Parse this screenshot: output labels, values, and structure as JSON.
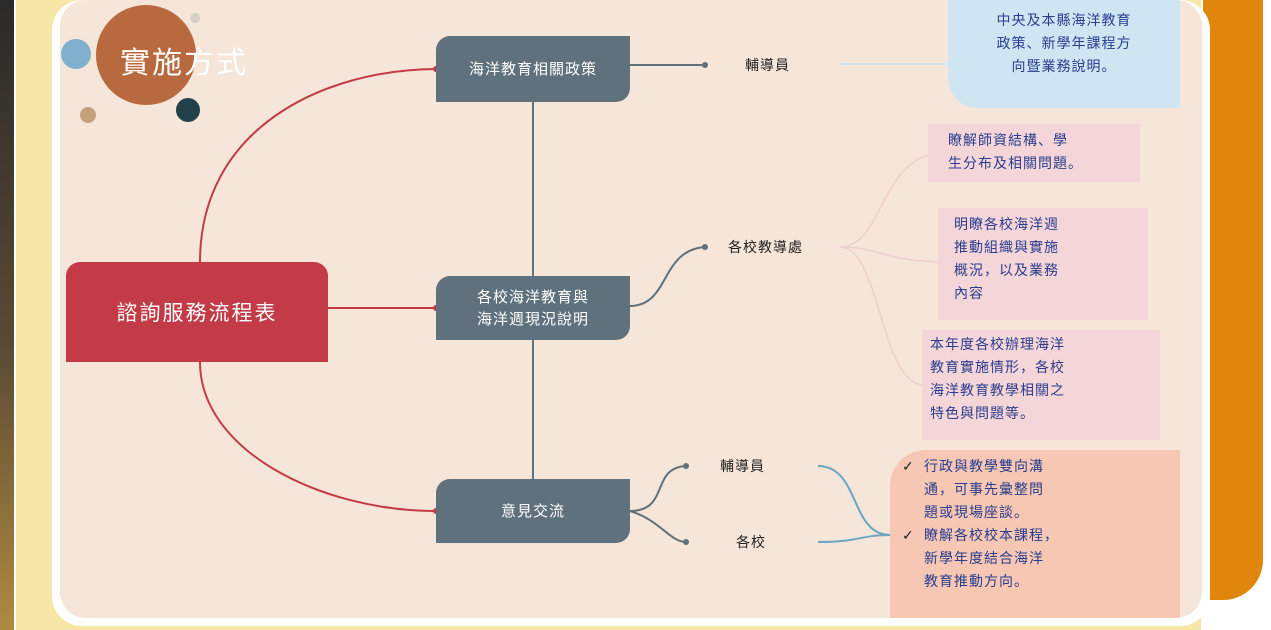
{
  "title": "實施方式",
  "diagram": {
    "root": "諮詢服務流程表",
    "branches": [
      {
        "label": "海洋教育相關政策",
        "children": [
          "輔導員"
        ]
      },
      {
        "label_lines": [
          "各校海洋教育與",
          "海洋週現況說明"
        ],
        "children": [
          "各校教導處"
        ]
      },
      {
        "label": "意見交流",
        "children": [
          "輔導員",
          "各校"
        ]
      }
    ]
  },
  "notes": {
    "policy": [
      "中央及本縣海洋教育",
      "政策、新學年課程方",
      "向暨業務說明。"
    ],
    "teachers": [
      "瞭解師資結構、學",
      "生分布及相關問題。"
    ],
    "organization": [
      "明瞭各校海洋週",
      "推動組織與實施",
      "概況，以及業務",
      "內容"
    ],
    "implementation": [
      "本年度各校辦理海洋",
      "教育實施情形，各校",
      "海洋教育教學相關之",
      "特色與問題等。"
    ],
    "exchange": {
      "check": "✓",
      "item1": [
        "行政與教學雙向溝",
        "通，可事先彙整問",
        "題或現場座談。"
      ],
      "item2": [
        "瞭解各校校本課程，",
        "新學年度結合海洋",
        "教育推動方向。"
      ]
    }
  },
  "colors": {
    "root": "#c23b46",
    "branch": "#5f717c",
    "background": "#f6e5d9",
    "frame": "#f7e7a6",
    "accent": "#e0860d"
  }
}
